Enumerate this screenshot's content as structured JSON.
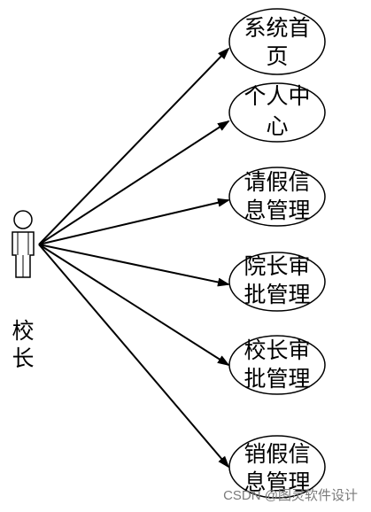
{
  "actor": {
    "name_line1": "校",
    "name_line2": "长"
  },
  "use_cases": [
    {
      "line1": "系统首",
      "line2": "页"
    },
    {
      "line1": "个人中",
      "line2": "心"
    },
    {
      "line1": "请假信",
      "line2": "息管理"
    },
    {
      "line1": "院长审",
      "line2": "批管理"
    },
    {
      "line1": "校长审",
      "line2": "批管理"
    },
    {
      "line1": "销假信",
      "line2": "息管理"
    }
  ],
  "watermark": "CSDN @图灵软件设计"
}
